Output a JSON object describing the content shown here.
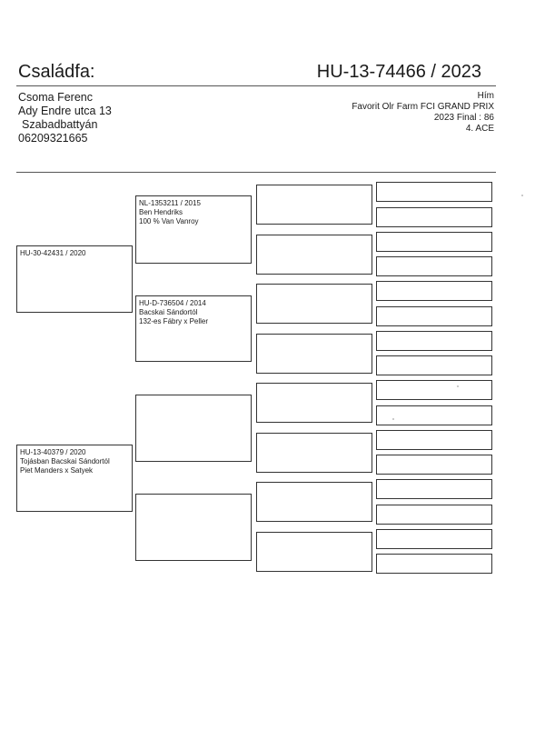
{
  "header": {
    "title": "Családfa:",
    "ring_number": "HU-13-74466 / 2023"
  },
  "owner": {
    "name": "Csoma Ferenc",
    "street": "Ady Endre utca 13",
    "city": "Szabadbattyán",
    "phone": "06209321665"
  },
  "bird": {
    "sex": "Hím",
    "line1": "Favorit Olr Farm FCI GRAND PRIX",
    "line2": "2023 Final : 86",
    "line3": "4. ACE"
  },
  "pedigree": {
    "parent_sire": {
      "ring": "HU-30-42431 / 2020",
      "line1": "",
      "line2": ""
    },
    "parent_dam": {
      "ring": "HU-13-40379 / 2020",
      "line1": "Tojásban Bacskai Sándortól",
      "line2": "Piet Manders x Satyek"
    },
    "gp_1": {
      "ring": "NL-1353211 / 2015",
      "line1": "Ben  Hendriks",
      "line2": "100 % Van Vanroy"
    },
    "gp_2": {
      "ring": "HU-D-736504 / 2014",
      "line1": "Bacskai Sándortól",
      "line2": "132-es Fábry x Peller"
    },
    "gp_3": {
      "ring": "",
      "line1": "",
      "line2": ""
    },
    "gp_4": {
      "ring": "",
      "line1": "",
      "line2": ""
    }
  }
}
